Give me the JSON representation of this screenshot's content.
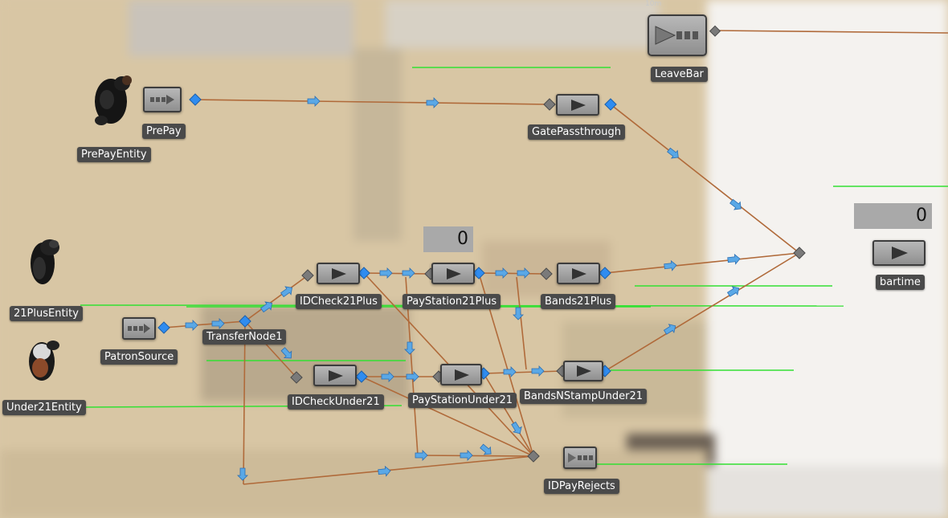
{
  "colors": {
    "link": "#b06a3a",
    "node_output": "#2f8cf0",
    "node_input": "#7a7a7a",
    "queue_line": "#33e033",
    "label_bg": "#4a4a4a"
  },
  "scale_hint": "10m",
  "objects": {
    "prepay": "PrePay",
    "gate_passthrough": "GatePassthrough",
    "leave_bar": "LeaveBar",
    "bartime": "bartime",
    "patron_source": "PatronSource",
    "transfer_node": "TransferNode1",
    "idcheck_21plus": "IDCheck21Plus",
    "paystation_21plus": "PayStation21Plus",
    "bands_21plus": "Bands21Plus",
    "idcheck_under21": "IDCheckUnder21",
    "paystation_under21": "PayStationUnder21",
    "bands_stamp_under21": "BandsNStampUnder21",
    "idpay_rejects": "IDPayRejects"
  },
  "entities": {
    "prepay_entity": "PrePayEntity",
    "plus21_entity": "21PlusEntity",
    "under21_entity": "Under21Entity"
  },
  "status_labels": {
    "center_value": "0",
    "right_value": "0"
  },
  "icons": {
    "source": "source-icon",
    "server": "server-icon",
    "sink": "sink-icon",
    "combiner": "combiner-icon"
  }
}
